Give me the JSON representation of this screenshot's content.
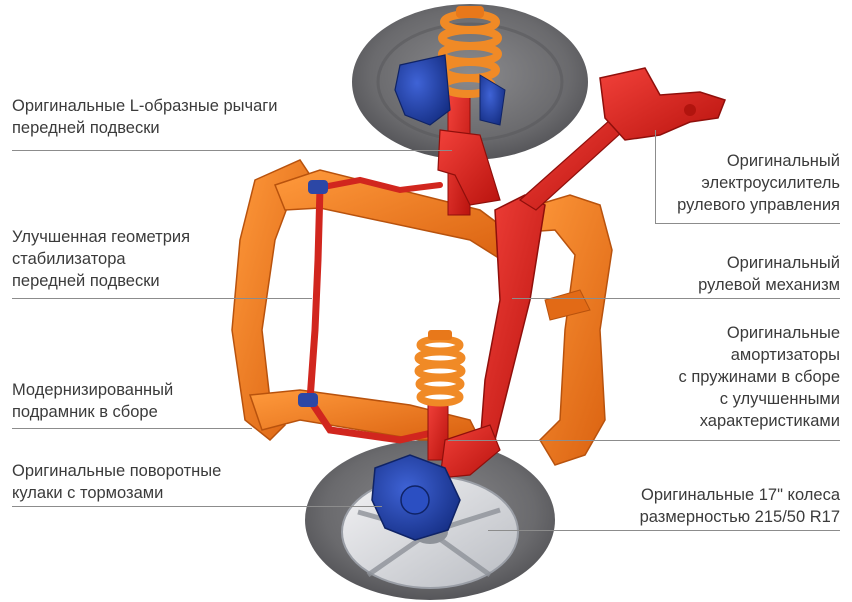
{
  "labels": {
    "l_arms": {
      "lines": [
        "Оригинальные L-образные рычаги",
        "передней подвески"
      ]
    },
    "stabilizer": {
      "lines": [
        "Улучшенная геометрия",
        "стабилизатора",
        "передней подвески"
      ]
    },
    "subframe": {
      "lines": [
        "Модернизированный",
        "подрамник в сборе"
      ]
    },
    "knuckles": {
      "lines": [
        "Оригинальные поворотные",
        "кулаки с тормозами"
      ]
    },
    "eps": {
      "lines": [
        "Оригинальный",
        "электроусилитель",
        "рулевого управления"
      ]
    },
    "steering_rack": {
      "lines": [
        "Оригинальный",
        "рулевой механизм"
      ]
    },
    "shocks": {
      "lines": [
        "Оригинальные",
        "амортизаторы",
        "с пружинами в сборе",
        "с улучшенными",
        "характеристиками"
      ]
    },
    "wheels": {
      "lines": [
        "Оригинальные 17\" колеса",
        "размерностью 215/50 R17"
      ]
    }
  },
  "colors": {
    "subframe_orange": "#f07a1e",
    "steering_red": "#e0231c",
    "knuckle_blue": "#1d3fa8",
    "tire_gray": "#6f6f72",
    "text": "#3b3b3b",
    "leader_line": "#8c8c8c"
  }
}
